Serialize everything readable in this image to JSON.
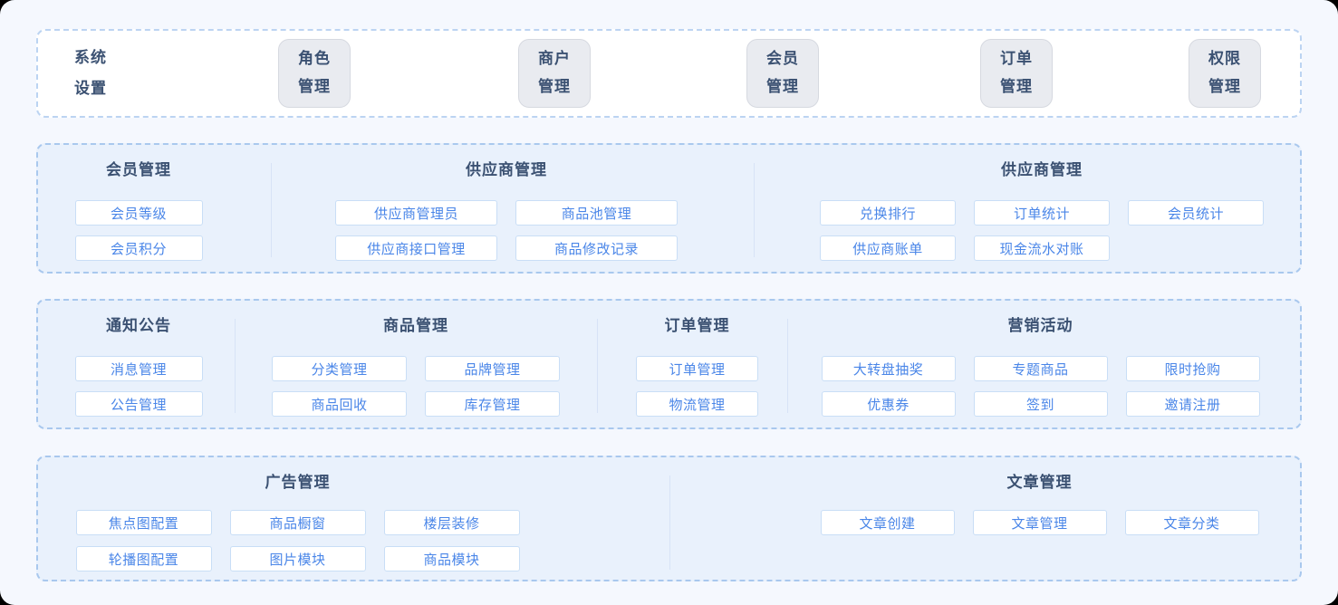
{
  "colors": {
    "accent_blue": "#4a86e8",
    "heading_navy": "#3b5172",
    "panel_bg": "#e9f1fc",
    "panel_dashed_border": "#a9c8ee",
    "top_bar_dashed_border": "#bcd4f2",
    "item_border": "#c9def6",
    "top_button_bg": "#e9ebf0",
    "card_bg": "#f5f8fe"
  },
  "top_bar": {
    "label": "系统设置",
    "label_lines": [
      "系统",
      "设置"
    ],
    "buttons": [
      {
        "label": "角色管理",
        "lines": [
          "角色",
          "管理"
        ]
      },
      {
        "label": "商户管理",
        "lines": [
          "商户",
          "管理"
        ]
      },
      {
        "label": "会员管理",
        "lines": [
          "会员",
          "管理"
        ]
      },
      {
        "label": "订单管理",
        "lines": [
          "订单",
          "管理"
        ]
      },
      {
        "label": "权限管理",
        "lines": [
          "权限",
          "管理"
        ]
      }
    ]
  },
  "sections": [
    {
      "columns": [
        {
          "title": "会员管理",
          "items": [
            "会员等级",
            "会员积分"
          ]
        },
        {
          "title": "供应商管理",
          "items": [
            "供应商管理员",
            "商品池管理",
            "供应商接口管理",
            "商品修改记录"
          ]
        },
        {
          "title": "供应商管理",
          "items": [
            "兑换排行",
            "订单统计",
            "会员统计",
            "供应商账单",
            "现金流水对账"
          ]
        }
      ]
    },
    {
      "columns": [
        {
          "title": "通知公告",
          "items": [
            "消息管理",
            "公告管理"
          ]
        },
        {
          "title": "商品管理",
          "items": [
            "分类管理",
            "品牌管理",
            "商品回收",
            "库存管理"
          ]
        },
        {
          "title": "订单管理",
          "items": [
            "订单管理",
            "物流管理"
          ]
        },
        {
          "title": "营销活动",
          "items": [
            "大转盘抽奖",
            "专题商品",
            "限时抢购",
            "优惠券",
            "签到",
            "邀请注册"
          ]
        }
      ]
    },
    {
      "columns": [
        {
          "title": "广告管理",
          "items": [
            "焦点图配置",
            "商品橱窗",
            "楼层装修",
            "轮播图配置",
            "图片模块",
            "商品模块"
          ]
        },
        {
          "title": "文章管理",
          "items": [
            "文章创建",
            "文章管理",
            "文章分类"
          ]
        }
      ]
    }
  ]
}
